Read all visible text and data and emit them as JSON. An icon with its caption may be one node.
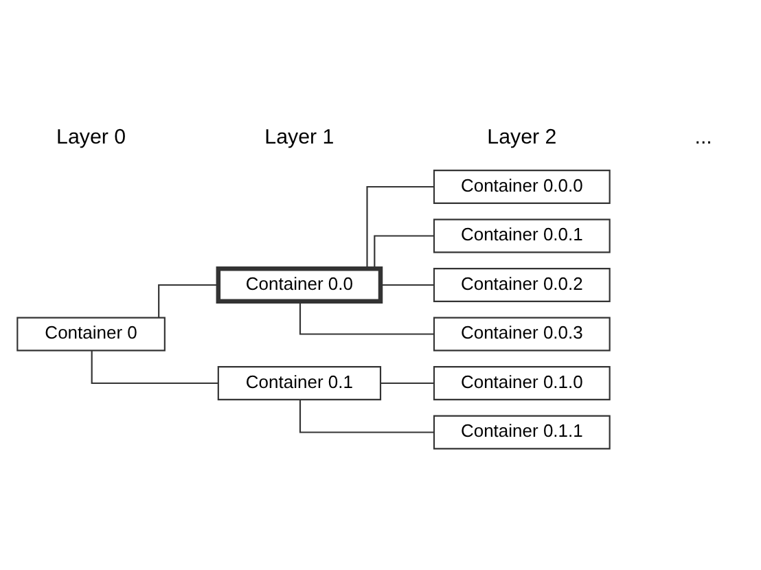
{
  "diagram": {
    "nodes": [
      {
        "text": [
          "Container 0"
        ]
      },
      {
        "text": [
          "Container 0.0"
        ]
      },
      {
        "text": [
          "Container 0.0.0"
        ]
      },
      {
        "text": [
          "Container 0.0.1"
        ]
      },
      {
        "text": [
          "Container 0.0.2"
        ]
      },
      {
        "text": [
          "Container 0.0.3"
        ]
      },
      {
        "text": [
          "Container 0.1"
        ]
      },
      {
        "text": [
          "Container 0.1.0"
        ]
      },
      {
        "text": [
          "Container 0.1.1"
        ]
      }
    ],
    "edges": [
      {
        "from": 0,
        "to": 1,
        "arrow": "none"
      },
      {
        "from": 0,
        "to": 6,
        "arrow": "none"
      },
      {
        "from": 1,
        "to": 2,
        "arrow": "none"
      },
      {
        "from": 1,
        "to": 3,
        "arrow": "none"
      },
      {
        "from": 1,
        "to": 4,
        "arrow": "none"
      },
      {
        "from": 1,
        "to": 5,
        "arrow": "none"
      },
      {
        "from": 6,
        "to": 7,
        "arrow": "none"
      },
      {
        "from": 6,
        "to": 8,
        "arrow": "none"
      }
    ],
    "labels": [
      "Layer 0",
      "Layer 1",
      "Layer 2",
      "..."
    ]
  }
}
